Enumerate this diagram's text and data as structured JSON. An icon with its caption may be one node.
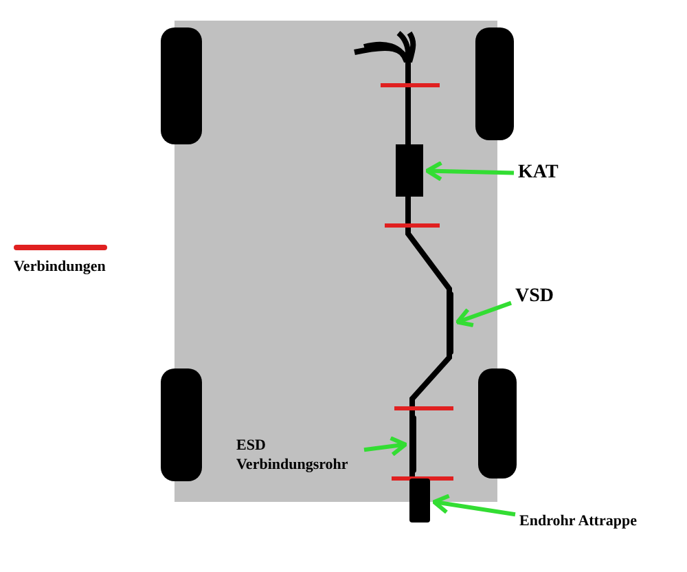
{
  "diagram": {
    "nodes": [
      {
        "text": [
          "KAT"
        ]
      },
      {
        "text": [],
        "shape": "box"
      },
      {
        "text": [
          "VSD"
        ]
      },
      {
        "text": [],
        "shape": "bar"
      },
      {
        "text": [
          "ESD Verbindungsrohr"
        ]
      },
      {
        "text": [],
        "shape": "bar"
      },
      {
        "text": [
          "Endrohr Attrappe"
        ]
      },
      {
        "text": [],
        "shape": "bar"
      }
    ],
    "edges": [
      {
        "from": 0,
        "to": 1,
        "arrow": "to"
      },
      {
        "from": 2,
        "to": 3,
        "arrow": "to"
      },
      {
        "from": 4,
        "to": 5,
        "arrow": "to"
      },
      {
        "from": 6,
        "to": 7,
        "arrow": "to"
      }
    ],
    "legend": [
      {
        "text": "Verbindungen"
      }
    ]
  }
}
